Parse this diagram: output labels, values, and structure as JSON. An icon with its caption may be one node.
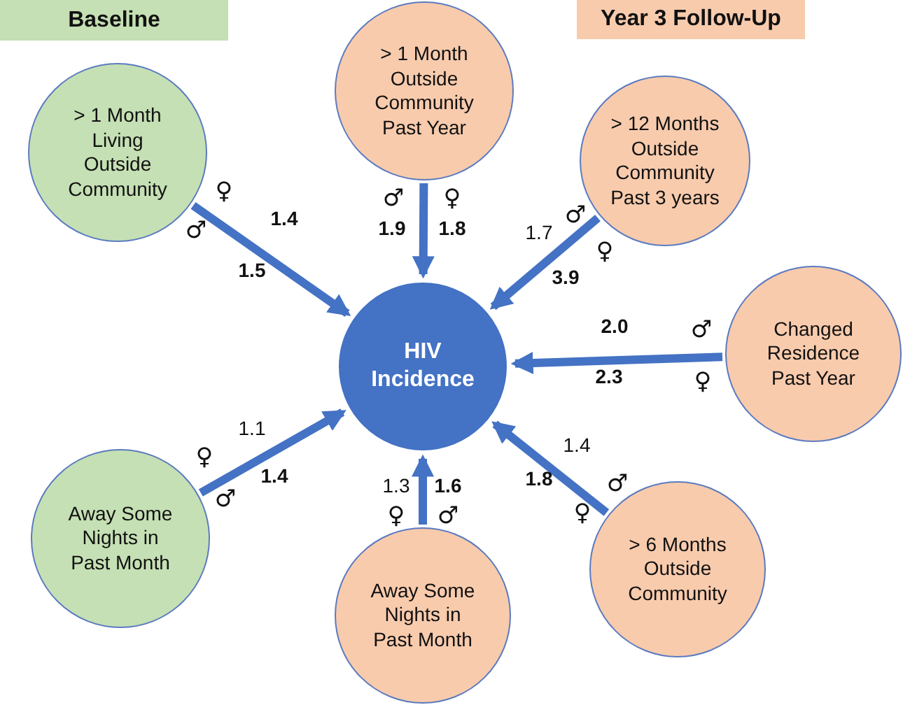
{
  "diagram": {
    "nodes": [
      {
        "text": [
          "Baseline"
        ]
      },
      {
        "text": [
          "Year 3 Follow-Up"
        ]
      },
      {
        "text": [
          "> 1 Month Living Outside Community"
        ]
      },
      {
        "text": [
          "> 1 Month Outside Community Past Year"
        ]
      },
      {
        "text": [
          "> 12 Months Outside Community Past 3 years"
        ]
      },
      {
        "text": [
          "HIV Incidence"
        ]
      },
      {
        "text": [
          "Changed Residence Past Year"
        ]
      },
      {
        "text": [
          "Away Some Nights in Past Month"
        ]
      },
      {
        "text": [
          "Away Some Nights in Past Month"
        ]
      },
      {
        "text": [
          "> 6 Months Outside Community"
        ]
      }
    ],
    "edges": [
      {
        "from": 2,
        "to": 5,
        "arrow": "to"
      },
      {
        "from": 3,
        "to": 5,
        "arrow": "to"
      },
      {
        "from": 4,
        "to": 5,
        "arrow": "to"
      },
      {
        "from": 6,
        "to": 5,
        "arrow": "to"
      },
      {
        "from": 7,
        "to": 5,
        "arrow": "to"
      },
      {
        "from": 8,
        "to": 5,
        "arrow": "to"
      },
      {
        "from": 9,
        "to": 5,
        "arrow": "to"
      }
    ],
    "labels": [
      "♀",
      "♂",
      "♀",
      "♂",
      "1.4",
      "1.9",
      "1.8",
      "1.7",
      "♂",
      "♀",
      "1.5",
      "3.9",
      "2.0",
      "♂",
      "2.3",
      "♀",
      "1.1",
      "1.4",
      "♀",
      "1.4",
      "1.3",
      "1.6",
      "1.8",
      "♂",
      "♂",
      "♀",
      "♂",
      "♀"
    ]
  }
}
